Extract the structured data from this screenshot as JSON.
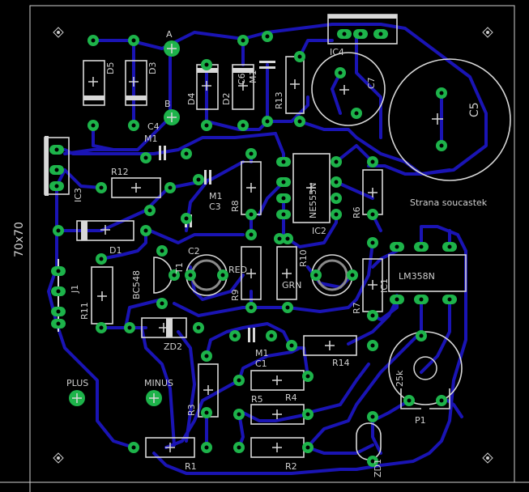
{
  "board": {
    "size_label": "70x70",
    "side_label": "Strana soucastek"
  },
  "components": {
    "d5": "D5",
    "d3": "D3",
    "d4": "D4",
    "d2": "D2",
    "d1": "D1",
    "a": "A",
    "b": "B",
    "c4": "C4",
    "m1_c4": "M1",
    "m1_c3": "M1",
    "c3": "C3",
    "m1_c1": "M1",
    "c1": "C1",
    "r1": "R1",
    "r2": "R2",
    "r3": "R3",
    "r4": "R4",
    "r5": "R5",
    "r6": "R6",
    "r7": "R7",
    "r8": "R8",
    "r9": "R9",
    "r10": "R10",
    "r11": "R11",
    "r12": "R12",
    "r13": "R13",
    "r14": "R14",
    "ic1": "IC1",
    "ic2": "IC2",
    "ic3": "IC3",
    "ic4": "IC4",
    "ne555": "NE555N",
    "lm358": "LM358N",
    "c5": "C5",
    "c7": "C7",
    "c2": "C2",
    "m1_top": "M1",
    "t1": "T1",
    "bc548": "BC548",
    "zd1": "ZD1",
    "zd2": "ZD2",
    "j1": "J1",
    "p1": "P1",
    "pot_val": "25k",
    "red": "RED",
    "grn": "GRN",
    "plus": "PLUS",
    "minus": "MINUS"
  },
  "colors": {
    "background": "#000000",
    "trace": "#1a14b4",
    "pad": "#1db34a",
    "silkscreen": "#d8d8d8"
  }
}
